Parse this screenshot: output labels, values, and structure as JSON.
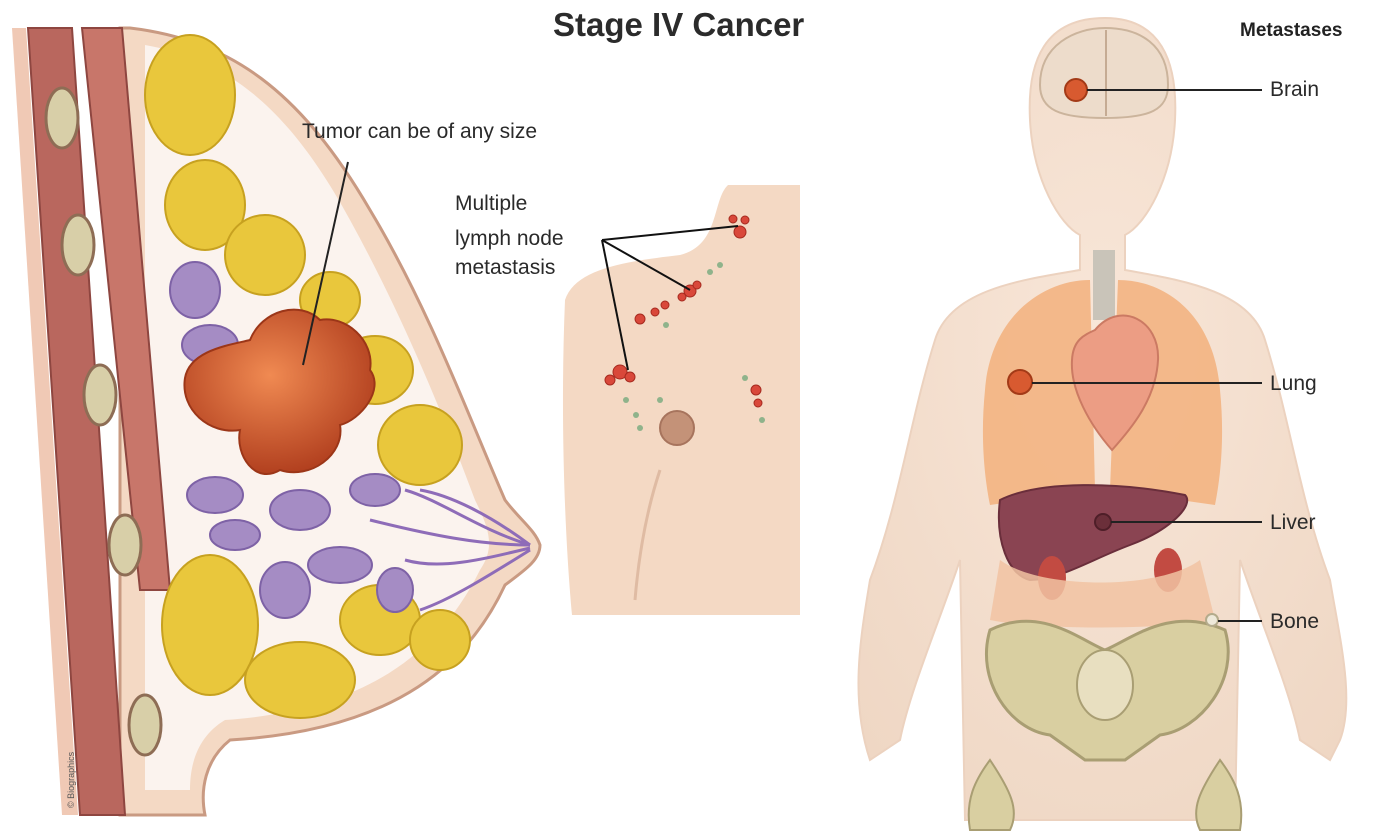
{
  "title": "Stage IV Cancer",
  "labels": {
    "tumor": "Tumor can be of any size",
    "lymph_line1": "Multiple",
    "lymph_line2": "lymph node",
    "lymph_line3": "metastasis"
  },
  "metastases": {
    "header": "Metastases",
    "sites": [
      "Brain",
      "Lung",
      "Liver",
      "Bone"
    ]
  },
  "credit": "© Biographics",
  "colors": {
    "skin": "#f4d9c4",
    "muscle": "#b9675e",
    "fat": "#e9c73c",
    "lobules": "#a58cc4",
    "tumor": "#d0532a",
    "lung": "#f2b07c",
    "liver": "#8a4452",
    "bone": "#d9cfa1"
  }
}
